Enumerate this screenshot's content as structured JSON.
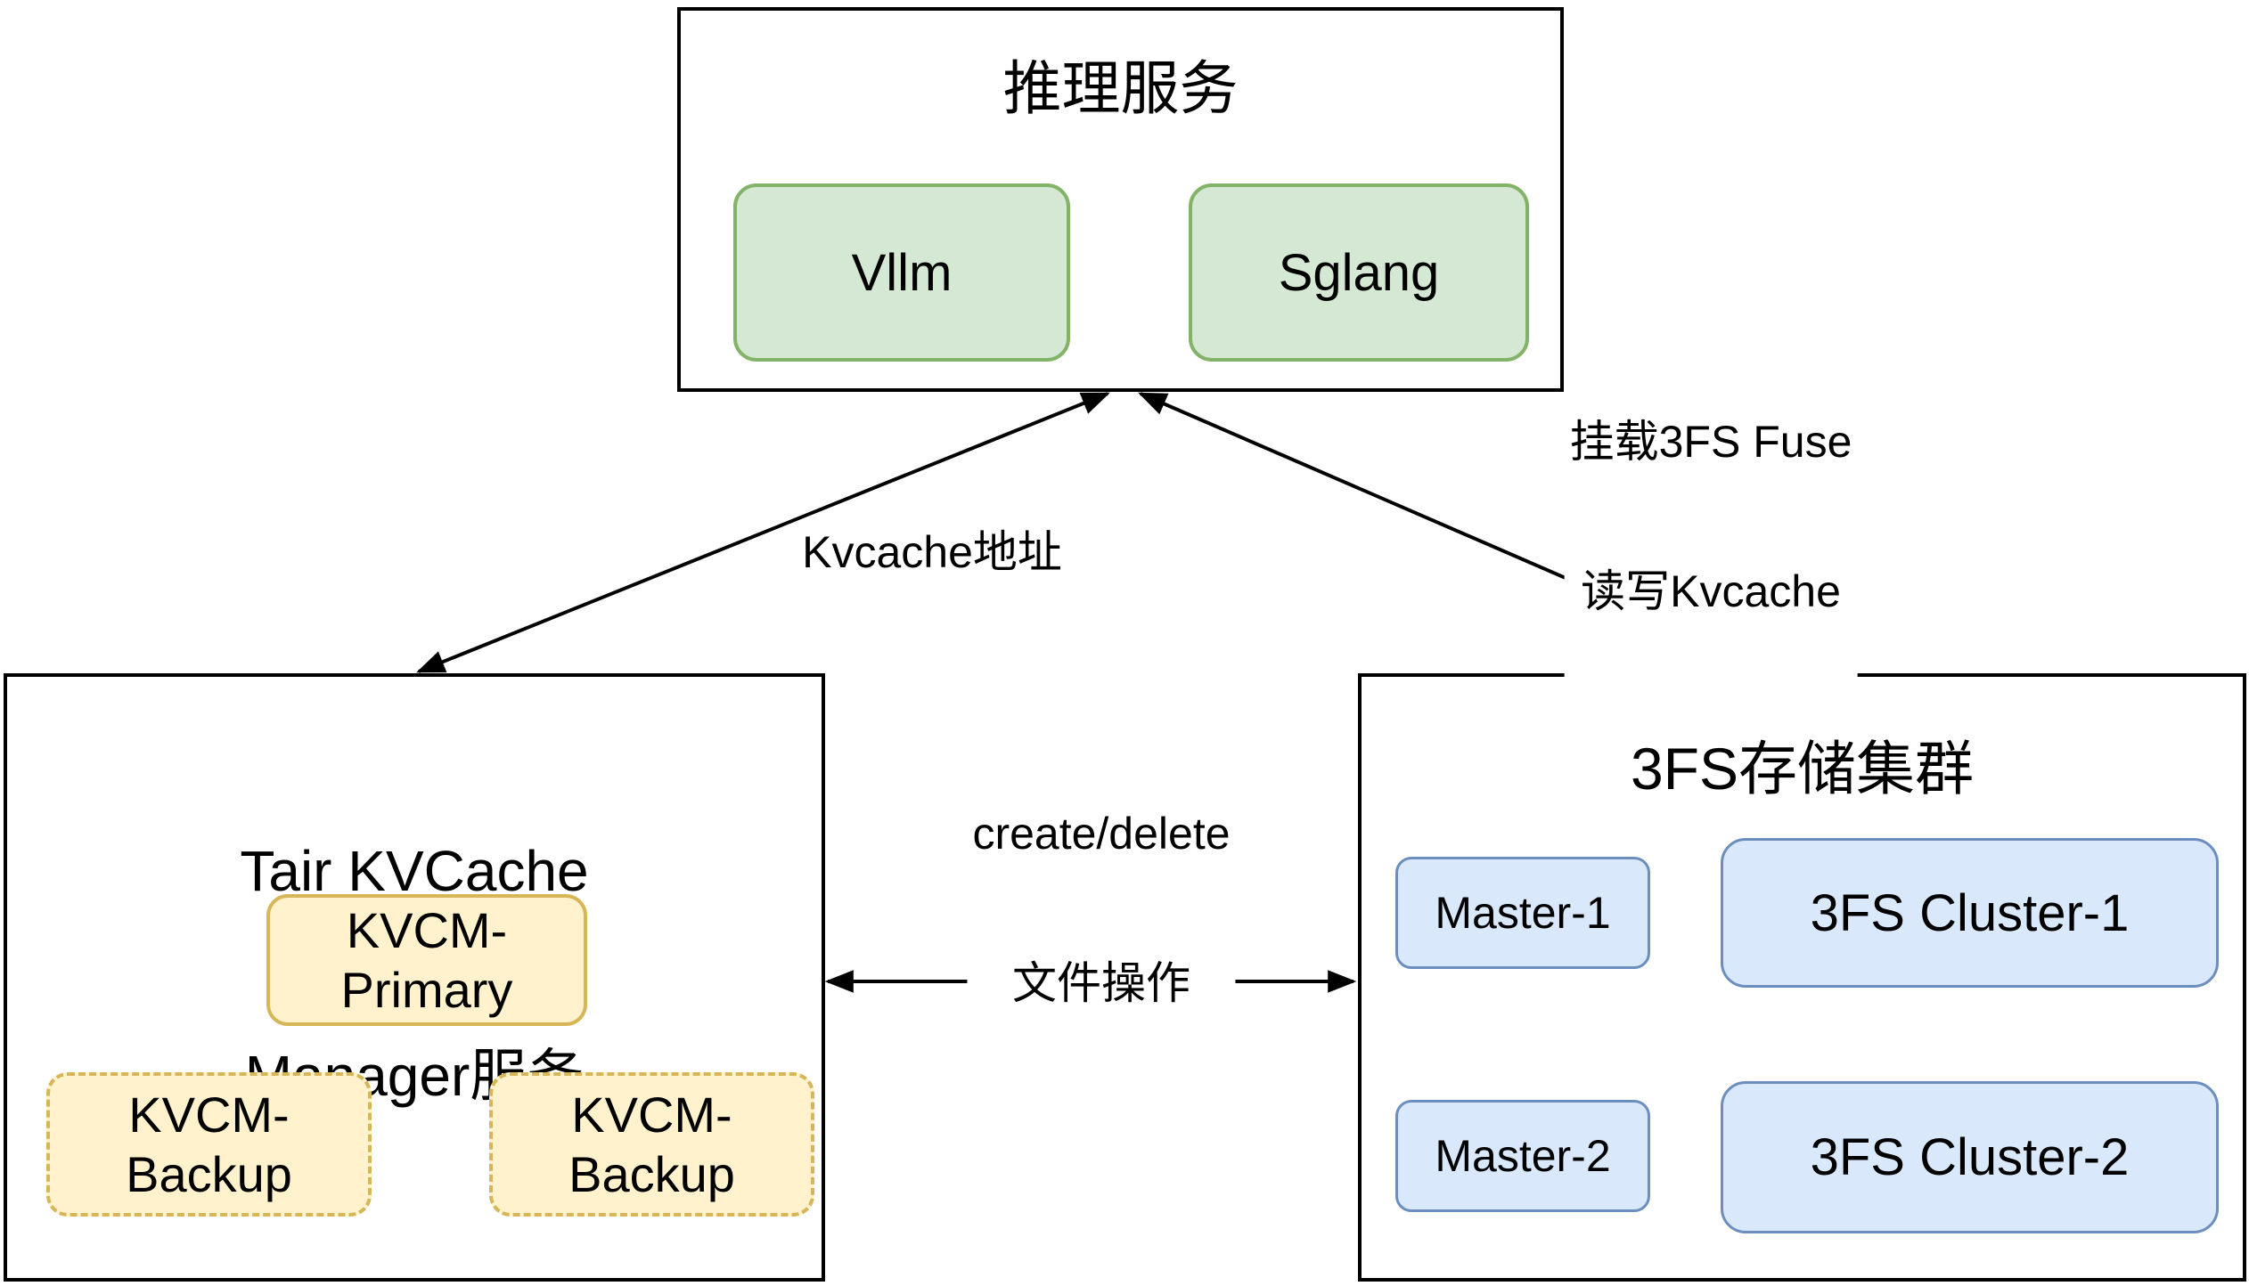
{
  "diagram": {
    "inference_service": {
      "title": "推理服务",
      "vllm_label": "Vllm",
      "sglang_label": "Sglang"
    },
    "kvcm_service": {
      "title_line1": "Tair KVCache",
      "title_line2": "Manager服务",
      "primary_line1": "KVCM-",
      "primary_line2": "Primary",
      "backup_left_line1": "KVCM-",
      "backup_left_line2": "Backup",
      "backup_right_line1": "KVCM-",
      "backup_right_line2": "Backup"
    },
    "fs_cluster": {
      "title": "3FS存储集群",
      "master1_label": "Master-1",
      "cluster1_label": "3FS Cluster-1",
      "master2_label": "Master-2",
      "cluster2_label": "3FS Cluster-2"
    },
    "edge_labels": {
      "kvcache_address": "Kvcache地址",
      "fuse_mount_line1": "挂载3FS Fuse",
      "fuse_mount_line2": "读写Kvcache",
      "file_ops_line1": "create/delete",
      "file_ops_line2": "文件操作"
    }
  },
  "colors": {
    "background": "#ffffff",
    "line": "#000000",
    "green_fill": "#d5e8d4",
    "green_border": "#82b366",
    "yellow_fill": "#fff2cc",
    "yellow_border": "#d6b656",
    "blue_fill": "#dae8fc",
    "blue_border": "#6c8ebf"
  }
}
